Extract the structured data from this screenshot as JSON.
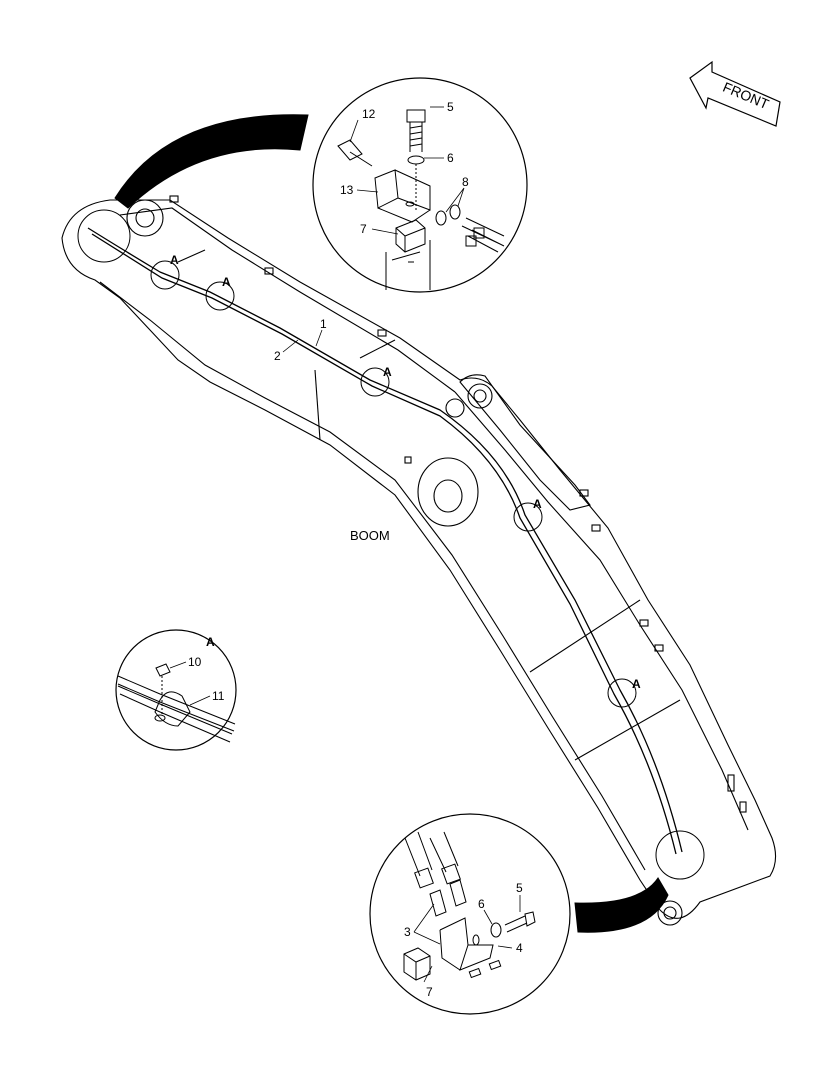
{
  "main_label": "BOOM",
  "front_label": "FRONT",
  "detail_marker": "A",
  "callouts": {
    "c1": "1",
    "c2": "2",
    "c3": "3",
    "c4": "4",
    "c5": "5",
    "c6": "6",
    "c7": "7",
    "c8": "8",
    "c10": "10",
    "c11": "11",
    "c12": "12",
    "c13": "13"
  },
  "colors": {
    "line": "#000000",
    "fill": "#ffffff",
    "accent": "#111111"
  }
}
